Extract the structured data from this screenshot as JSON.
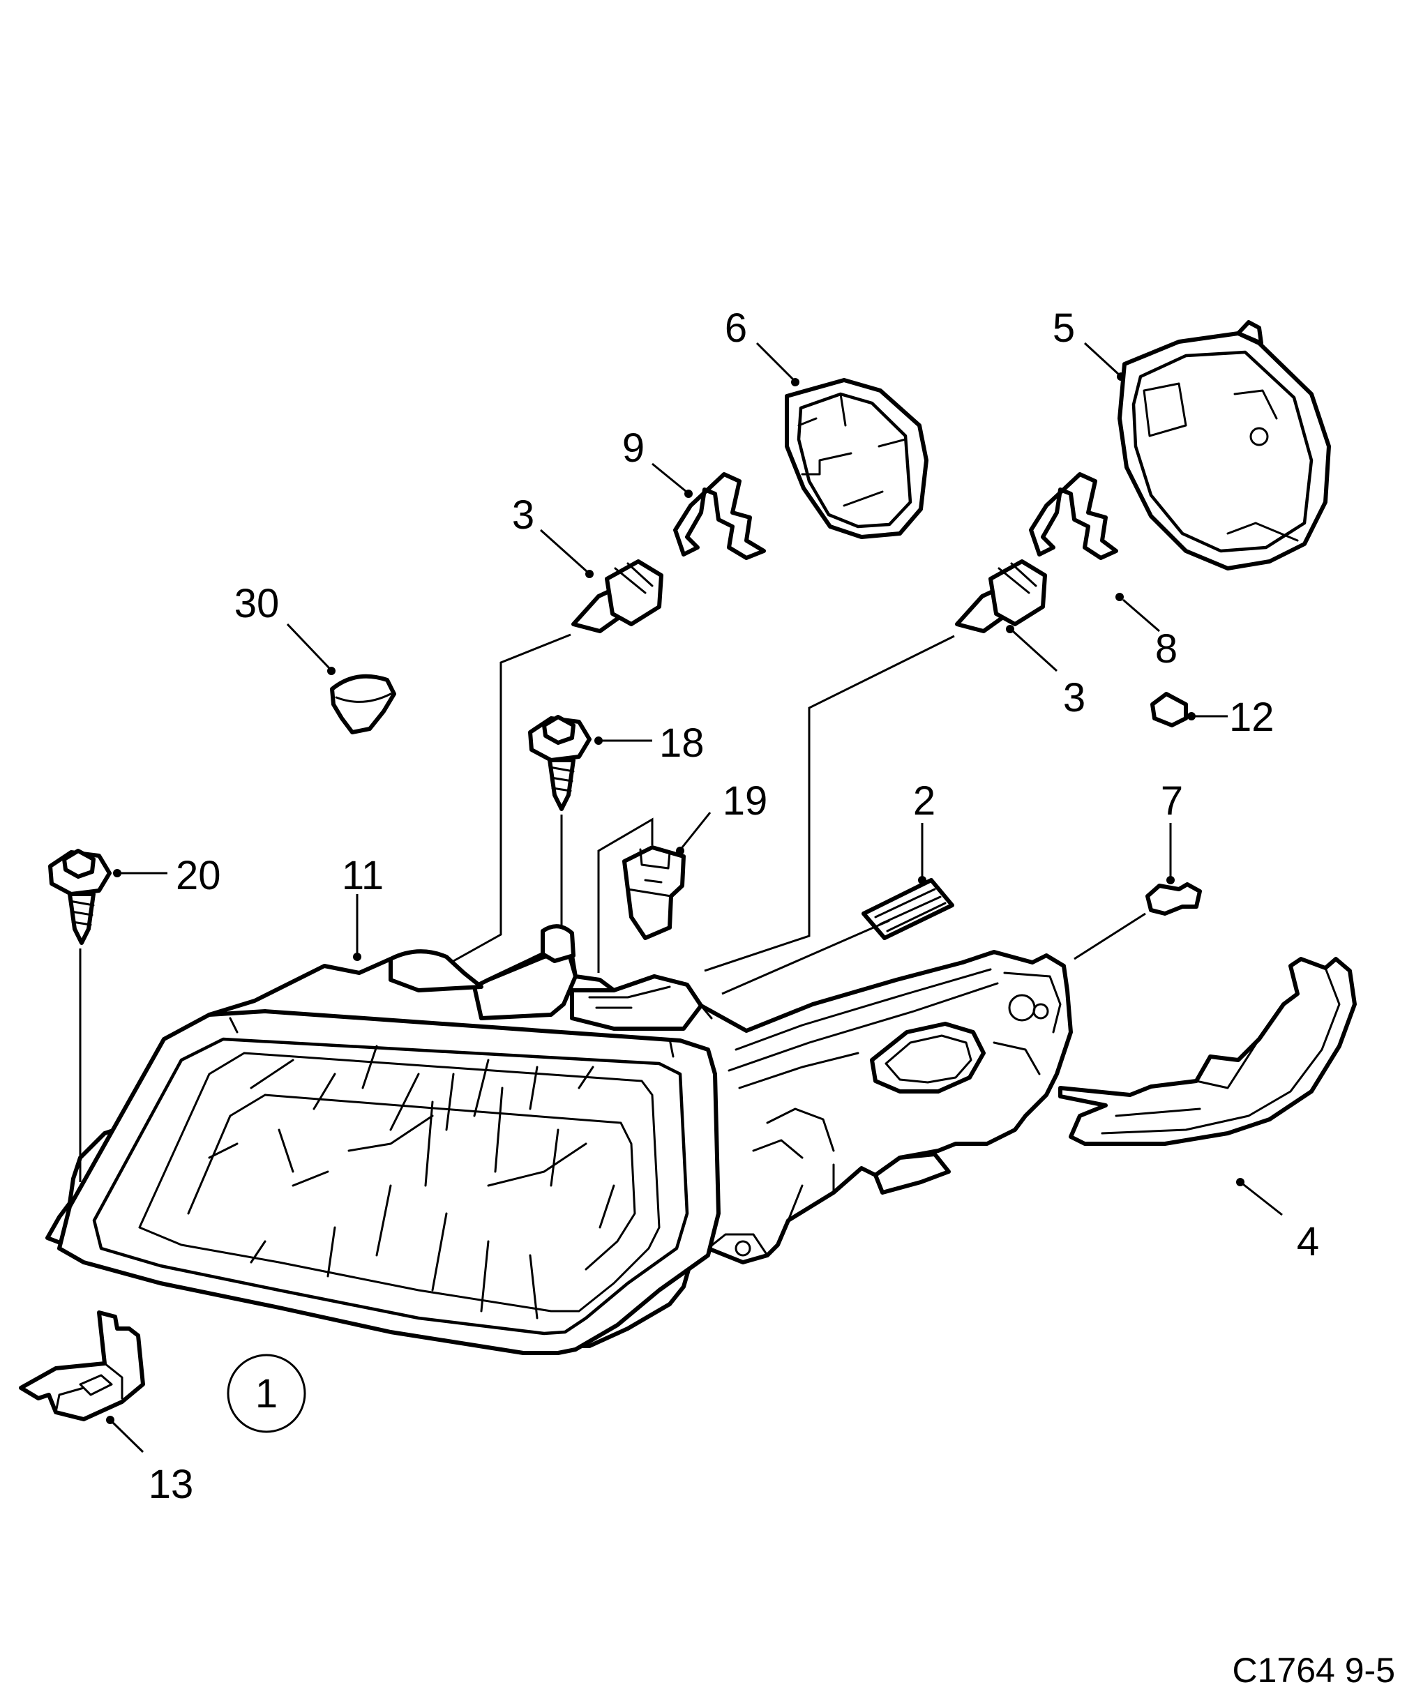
{
  "callouts": [
    {
      "id": "c6",
      "text": "6"
    },
    {
      "id": "c5",
      "text": "5"
    },
    {
      "id": "c9",
      "text": "9"
    },
    {
      "id": "c3a",
      "text": "3"
    },
    {
      "id": "c30",
      "text": "30"
    },
    {
      "id": "c8",
      "text": "8"
    },
    {
      "id": "c3b",
      "text": "3"
    },
    {
      "id": "c12",
      "text": "12"
    },
    {
      "id": "c18",
      "text": "18"
    },
    {
      "id": "c19",
      "text": "19"
    },
    {
      "id": "c2",
      "text": "2"
    },
    {
      "id": "c7",
      "text": "7"
    },
    {
      "id": "c20",
      "text": "20"
    },
    {
      "id": "c11",
      "text": "11"
    },
    {
      "id": "c4",
      "text": "4"
    },
    {
      "id": "c1",
      "text": "1"
    },
    {
      "id": "c13",
      "text": "13"
    }
  ],
  "reference": "C1764 9-5"
}
